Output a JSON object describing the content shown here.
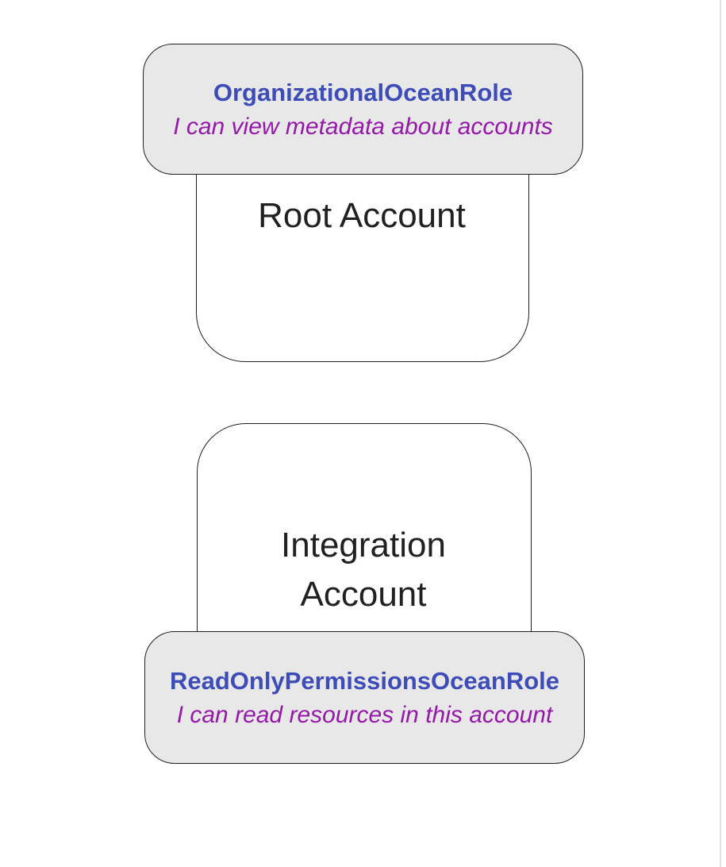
{
  "diagram": {
    "root": {
      "account_label": "Root Account",
      "role_name": "OrganizationalOceanRole",
      "role_description": "I can view metadata about accounts"
    },
    "integration": {
      "account_label": "Integration Account",
      "role_name": "ReadOnlyPermissionsOceanRole",
      "role_description": "I can read resources in this account"
    },
    "colors": {
      "role_name_text": "#3d4cb8",
      "role_description_text": "#9519a9",
      "role_box_fill": "#e8e8e8",
      "box_border": "#1f1f1f",
      "account_box_fill": "#ffffff",
      "account_label_text": "#212121",
      "page_background": "#ffffff"
    }
  }
}
